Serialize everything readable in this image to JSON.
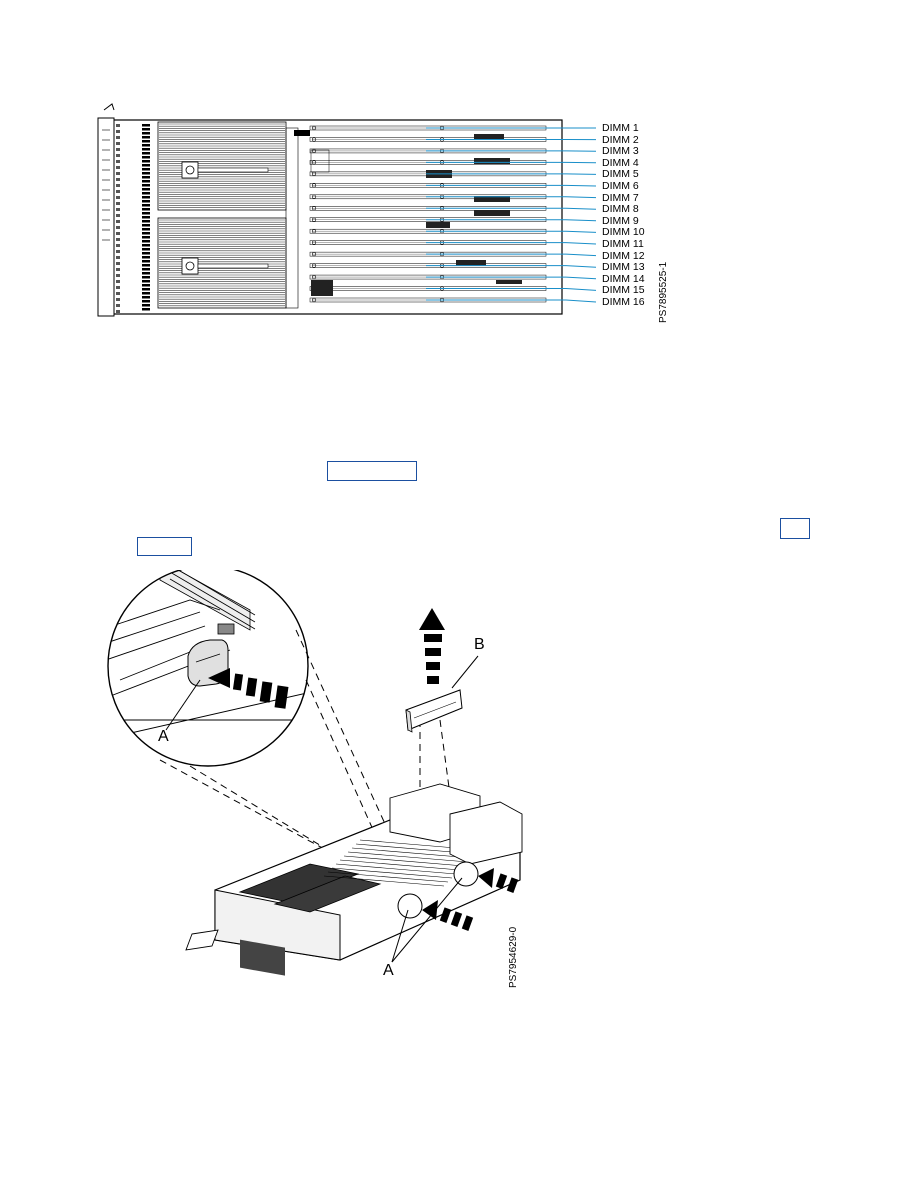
{
  "figure1": {
    "dimm_labels": [
      "DIMM 1",
      "DIMM 2",
      "DIMM 3",
      "DIMM 4",
      "DIMM 5",
      "DIMM 6",
      "DIMM 7",
      "DIMM 8",
      "DIMM 9",
      "DIMM 10",
      "DIMM 11",
      "DIMM 12",
      "DIMM 13",
      "DIMM 14",
      "DIMM 15",
      "DIMM 16"
    ],
    "figure_id": "PS7895525-1",
    "leader_color": "#1a8fc9"
  },
  "links": {
    "link1_text": "",
    "link2_text": "",
    "link3_text": ""
  },
  "figure2": {
    "callout_a_top": "A",
    "callout_b": "B",
    "callout_a_bottom": "A",
    "figure_id": "PS7954629-0"
  }
}
